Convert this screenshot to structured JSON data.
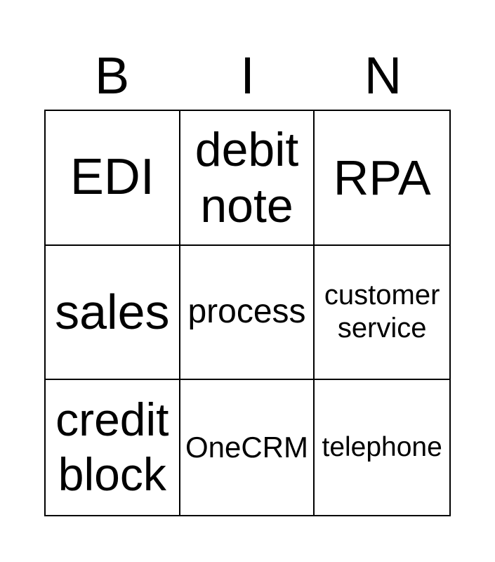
{
  "page": {
    "background_color": "#ffffff",
    "line_color": "#000000",
    "text_color": "#000000"
  },
  "header": {
    "letters": [
      "B",
      "I",
      "N"
    ]
  },
  "grid": {
    "rows": [
      {
        "cells": [
          {
            "label": "EDI"
          },
          {
            "label": "debit note"
          },
          {
            "label": "RPA"
          }
        ]
      },
      {
        "cells": [
          {
            "label": "sales"
          },
          {
            "label": "process"
          },
          {
            "label": "customer service"
          }
        ]
      },
      {
        "cells": [
          {
            "label": "credit block"
          },
          {
            "label": "OneCRM"
          },
          {
            "label": "telephone"
          }
        ]
      }
    ]
  }
}
